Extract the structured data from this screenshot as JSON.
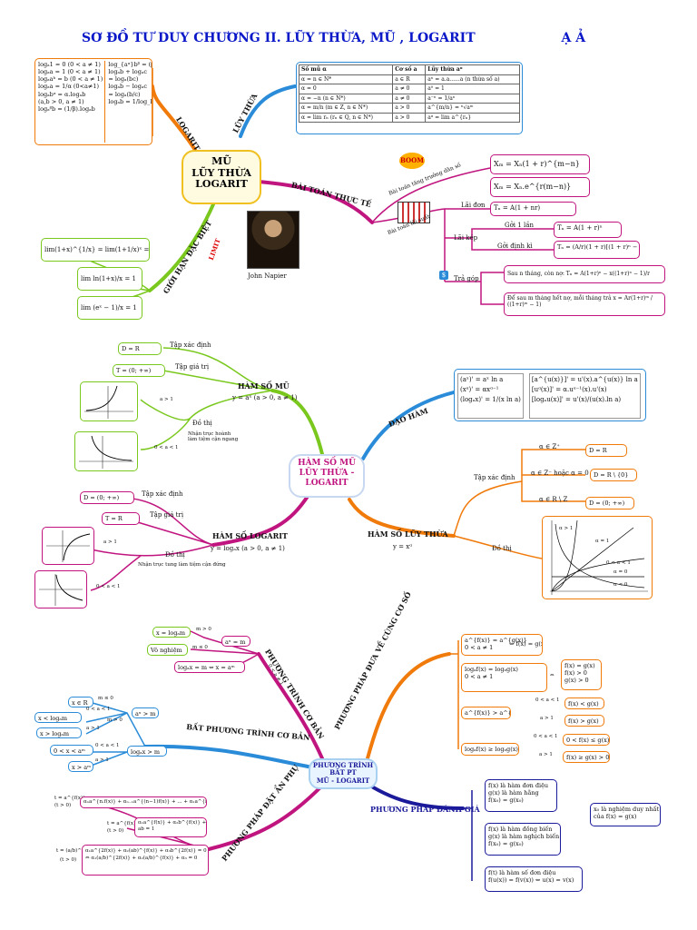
{
  "title": "SƠ ĐỒ TƯ DUY CHƯƠNG II. LŨY THỪA, MŨ , LOGARIT",
  "title_tail": "Ạ Ả",
  "colors": {
    "title": "#0a18c8",
    "orange": "#f07a0a",
    "blue": "#2a8cd8",
    "magenta": "#c0157f",
    "green": "#7ac81e",
    "purple": "#9a1fa0",
    "navy": "#1a1a9a"
  },
  "map1": {
    "center": "MŨ\nLŨY THỪA\nLOGARIT",
    "branches": {
      "logarit": "LOGARIT",
      "luythua": "LŨY THỪA",
      "baitoan": "BÀI TOÁN THỰC TẾ",
      "gioihan": "GIỚI HẠN ĐẶC BIỆT"
    },
    "logarit_rules": [
      "logₐ1 = 0 (0 < a ≠ 1)",
      "logₐa = 1 (0 < a ≠ 1)",
      "logₐaᵇ = b (0 < a ≠ 1)",
      "logₐa = 1/α (0<a≠1)",
      "logₐbᵅ = α.logₐb",
      "(a,b > 0, a ≠ 1)",
      "logₐᵝb = (1/β).logₐb"
    ],
    "logarit_rules2": [
      "log_{aᵅ}bᵝ = (β/α).logₐb",
      "logₐb + logₐc",
      "= logₐ(bc)",
      "logₐb − logₐc",
      "= logₐ(b/c)",
      "logₐb = 1/log_b a"
    ],
    "table": {
      "headers": [
        "Số mũ α",
        "Cơ số a",
        "Lũy thừa aᵅ"
      ],
      "rows": [
        [
          "α = n ∈ N*",
          "a ∈ R",
          "aⁿ = a.a......a (n thừa số a)"
        ],
        [
          "α = 0",
          "a ≠ 0",
          "a⁰ = 1"
        ],
        [
          "α = −n (n ∈ N*)",
          "a ≠ 0",
          "a⁻ⁿ = 1/aⁿ"
        ],
        [
          "α = m/n (m ∈ Z, n ∈ N*)",
          "a > 0",
          "a^{m/n} = ⁿ√aᵐ"
        ],
        [
          "α = lim rₙ (rₙ ∈ Q, n ∈ N*)",
          "a > 0",
          "aᵅ = lim a^{rₙ}"
        ]
      ]
    },
    "growth_label": "Bài toán tăng trưởng dân số",
    "growth": [
      "Xₘ = Xₙ(1 + r)^{m−n}",
      "Xₘ = Xₙ.e^{r(m−n)}"
    ],
    "bank_label": "Bài toán lãi suất",
    "lai_don_label": "Lãi đơn",
    "lai_don": "Tₙ = A(1 + nr)",
    "lai_kep_label": "Lãi kép",
    "goi1lan": "Gởi 1 lần",
    "goi1lan_f": "Tₙ = A(1 + r)ⁿ",
    "goidinhky": "Gởi định kì",
    "goidinhky_f": "Tₙ = (A/r)(1 + r)[(1 + r)ⁿ − 1]",
    "tra_gop_label": "Trả góp",
    "tra_gop1": "Sau n tháng, còn nợ: Tₙ = A(1+r)ⁿ − x((1+r)ⁿ − 1)/r",
    "tra_gop2": "Để sau m tháng hết nợ, mỗi tháng trả x = Ar(1+r)ᵐ / ((1+r)ᵐ − 1)",
    "limits": [
      "lim(1+x)^{1/x} = lim(1+1/x)ˣ = e",
      "lim ln(1+x)/x = 1",
      "lim (eˣ − 1)/x = 1"
    ],
    "boom": "BOOM",
    "limit_tag": "LIMIT",
    "portrait_caption": "John Napier"
  },
  "map2": {
    "center": "HÀM SỐ MŨ\nLŨY THỪA -\nLOGARIT",
    "hs_mu": "HÀM SỐ MŨ",
    "hs_mu_f": "y = aˣ (a > 0, a ≠ 1)",
    "txd": "Tập xác định",
    "txd_mu": "D = R",
    "tgt": "Tập giá trị",
    "tgt_mu": "T = (0; +∞)",
    "dothi": "Đồ thị",
    "a_gt_1": "a > 1",
    "a_lt_1": "0 < a < 1",
    "mu_note": "Nhận trục hoành\nlàm tiệm cận ngang",
    "daoham": "ĐẠO HÀM",
    "dh": [
      "(aˣ)' = aˣ ln a",
      "(xᵅ)' = αxᵅ⁻¹",
      "(logₐx)' = 1/(x ln a)"
    ],
    "dh2": [
      "[a^{u(x)}]' = u'(x).a^{u(x)} ln a",
      "[uᵅ(x)]' = α.uᵅ⁻¹(x).u'(x)",
      "[logₐu(x)]' = u'(x)/(u(x).ln a)"
    ],
    "hs_log": "HÀM SỐ LOGARIT",
    "hs_log_f": "y = logₐx (a > 0, a ≠ 1)",
    "txd_log": "D = (0; +∞)",
    "tgt_log": "T = R",
    "log_note": "Nhận trục tung làm tiệm cận đứng",
    "hs_lt": "HÀM SỐ LŨY THỪA",
    "hs_lt_f": "y = xᵅ",
    "lt_cases": [
      "α ∈ Z⁺",
      "α ∈ Z⁻ hoặc α = 0",
      "α ∈ R \\ Z"
    ],
    "lt_domains": [
      "D = R",
      "D = R \\ {0}",
      "D = (0; +∞)"
    ],
    "graph_labels": [
      "α > 1",
      "α = 1",
      "0 < α < 1",
      "α = 0",
      "α < 0"
    ]
  },
  "map3": {
    "center": "PHƯƠNG TRÌNH\nBẤT PT\nMŨ - LOGARIT",
    "ptcb": "PHƯƠNG TRÌNH CƠ BẢN",
    "ptcb_cond": "0 < a ≠ 1",
    "ptcb_items": [
      "x = logₐm",
      "m > 0",
      "aˣ = m",
      "m ≤ 0",
      "Vô nghiệm",
      "logₐx = m ⇔ x = aᵐ"
    ],
    "bpt": "BẤT PHƯƠNG TRÌNH CƠ BẢN",
    "bpt_items": [
      "x ∈ R",
      "m ≤ 0",
      "aˣ > m",
      "x < logₐm",
      "0 < a < 1",
      "m > 0",
      "x > logₐm",
      "a > 1",
      "0 < x < aᵐ",
      "0 < a < 1",
      "logₐx > m",
      "x > aᵐ",
      "a > 1"
    ],
    "datanphu": "PHƯƠNG PHÁP ĐẶT ẨN PHỤ",
    "dap": [
      "t = a^{f(x)}",
      "(t > 0)",
      "αₙa^{n.f(x)} + αₙ₋₁a^{(n−1)f(x)} + ... + α₁a^{f(x)} + α₀ = 0",
      "t = a^{f(x)}",
      "(t > 0)",
      "α₁a^{f(x)} + α₂b^{f(x)} + α₃ = 0",
      "ab = 1",
      "t = (a/b)^{f(x)}",
      "(t > 0)",
      "α₁a^{2f(x)} + α₂(ab)^{f(x)} + α₃b^{2f(x)} = 0",
      "⇔ α₁(a/b)^{2f(x)} + α₂(a/b)^{f(x)} + α₃ = 0"
    ],
    "cungcoso": "PHƯƠNG PHÁP ĐƯA VỀ CÙNG CƠ SỐ",
    "ccs": [
      "a^{f(x)} = a^{g(x)}",
      "0 < a ≠ 1",
      "⇔ f(x) = g(x)",
      "logₐf(x) = logₐg(x)",
      "0 < a ≠ 1",
      "⇔",
      "f(x) = g(x)",
      "f(x) > 0",
      "g(x) > 0",
      "a^{f(x)} > a^{g(x)}",
      "0 < a < 1",
      "f(x) < g(x)",
      "a > 1",
      "f(x) > g(x)",
      "logₐf(x) ≥ logₐg(x)",
      "0 < a < 1",
      "0 < f(x) ≤ g(x)",
      "a > 1",
      "f(x) ≥ g(x) > 0"
    ],
    "danhgia": "PHƯƠNG PHÁP ĐÁNH GIÁ",
    "dg": [
      "f(x) là hàm đơn điệu",
      "g(x) là hàm hằng",
      "f(x₀) = g(x₀)",
      "x₀ là nghiệm duy nhất",
      "của f(x) = g(x)",
      "f(x) là hàm đồng biến",
      "g(x) là hàm nghịch biến",
      "f(x₀) = g(x₀)",
      "f(t) là hàm số đơn điệu",
      "f(u(x)) = f(v(x)) ⇔ u(x) = v(x)"
    ]
  }
}
